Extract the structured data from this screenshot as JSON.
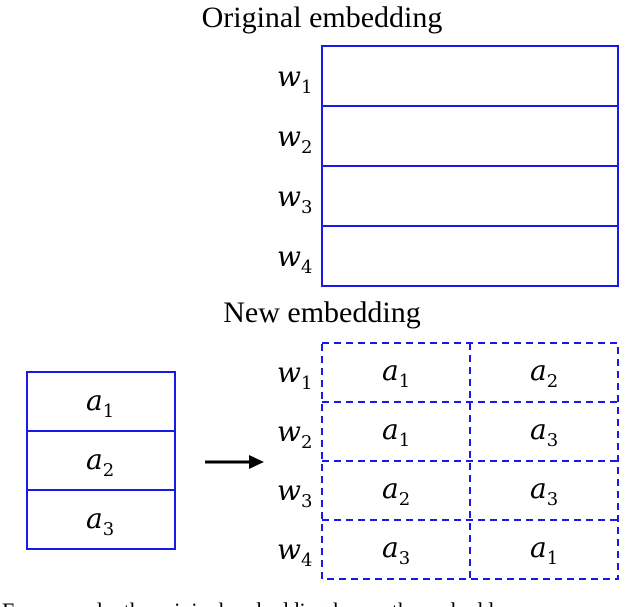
{
  "original": {
    "title": "Original embedding",
    "rows": [
      {
        "sym": "w",
        "sub": "1"
      },
      {
        "sym": "w",
        "sub": "2"
      },
      {
        "sym": "w",
        "sub": "3"
      },
      {
        "sym": "w",
        "sub": "4"
      }
    ]
  },
  "new": {
    "title": "New embedding",
    "rows": [
      {
        "sym": "w",
        "sub": "1"
      },
      {
        "sym": "w",
        "sub": "2"
      },
      {
        "sym": "w",
        "sub": "3"
      },
      {
        "sym": "w",
        "sub": "4"
      }
    ],
    "cells": [
      [
        {
          "sym": "a",
          "sub": "1"
        },
        {
          "sym": "a",
          "sub": "2"
        }
      ],
      [
        {
          "sym": "a",
          "sub": "1"
        },
        {
          "sym": "a",
          "sub": "3"
        }
      ],
      [
        {
          "sym": "a",
          "sub": "2"
        },
        {
          "sym": "a",
          "sub": "3"
        }
      ],
      [
        {
          "sym": "a",
          "sub": "3"
        },
        {
          "sym": "a",
          "sub": "1"
        }
      ]
    ]
  },
  "anchors": [
    {
      "sym": "a",
      "sub": "1"
    },
    {
      "sym": "a",
      "sub": "2"
    },
    {
      "sym": "a",
      "sub": "3"
    }
  ],
  "caption": "For example, the original embedding has as the embedd",
  "colors": {
    "box": "#1a1ae6",
    "text": "#000000"
  }
}
